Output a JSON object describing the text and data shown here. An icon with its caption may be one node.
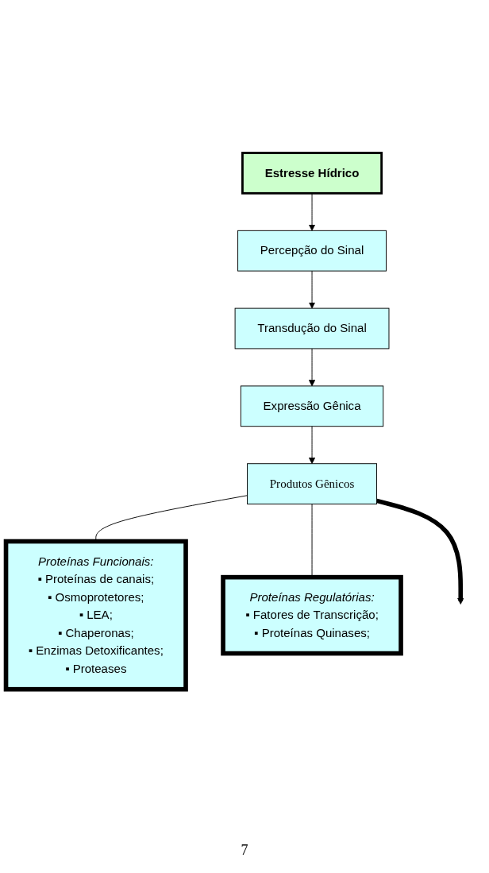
{
  "diagram": {
    "nodes": [
      {
        "text": [
          "Estresse Hídrico"
        ]
      },
      {
        "text": [
          "Percepção do Sinal"
        ]
      },
      {
        "text": [
          "Transdução do Sinal"
        ]
      },
      {
        "text": [
          "Expressão Gênica"
        ]
      },
      {
        "text": [
          "Produtos Gênicos"
        ]
      },
      {
        "text": [
          "Proteínas Funcionais:",
          "▪ Proteínas de canais;",
          "▪ Osmoprotetores;",
          "▪ LEA;",
          "▪ Chaperonas;",
          "▪ Enzimas Detoxificantes;",
          "▪ Proteases"
        ]
      },
      {
        "text": [
          "Proteínas Regulatórias:",
          "▪ Fatores de Transcrição;",
          "▪ Proteínas Quinases;"
        ]
      }
    ],
    "edges": [
      {
        "from": 0,
        "to": 1,
        "arrow": "to"
      },
      {
        "from": 1,
        "to": 2,
        "arrow": "to"
      },
      {
        "from": 2,
        "to": 3,
        "arrow": "to"
      },
      {
        "from": 3,
        "to": 4,
        "arrow": "to"
      },
      {
        "from": 4,
        "to": 5,
        "arrow": "none"
      },
      {
        "from": 4,
        "to": 6,
        "arrow": "none"
      },
      {
        "from": 4,
        "to": null,
        "arrow": "to",
        "style": "thick"
      }
    ],
    "labels": [
      "7"
    ]
  }
}
